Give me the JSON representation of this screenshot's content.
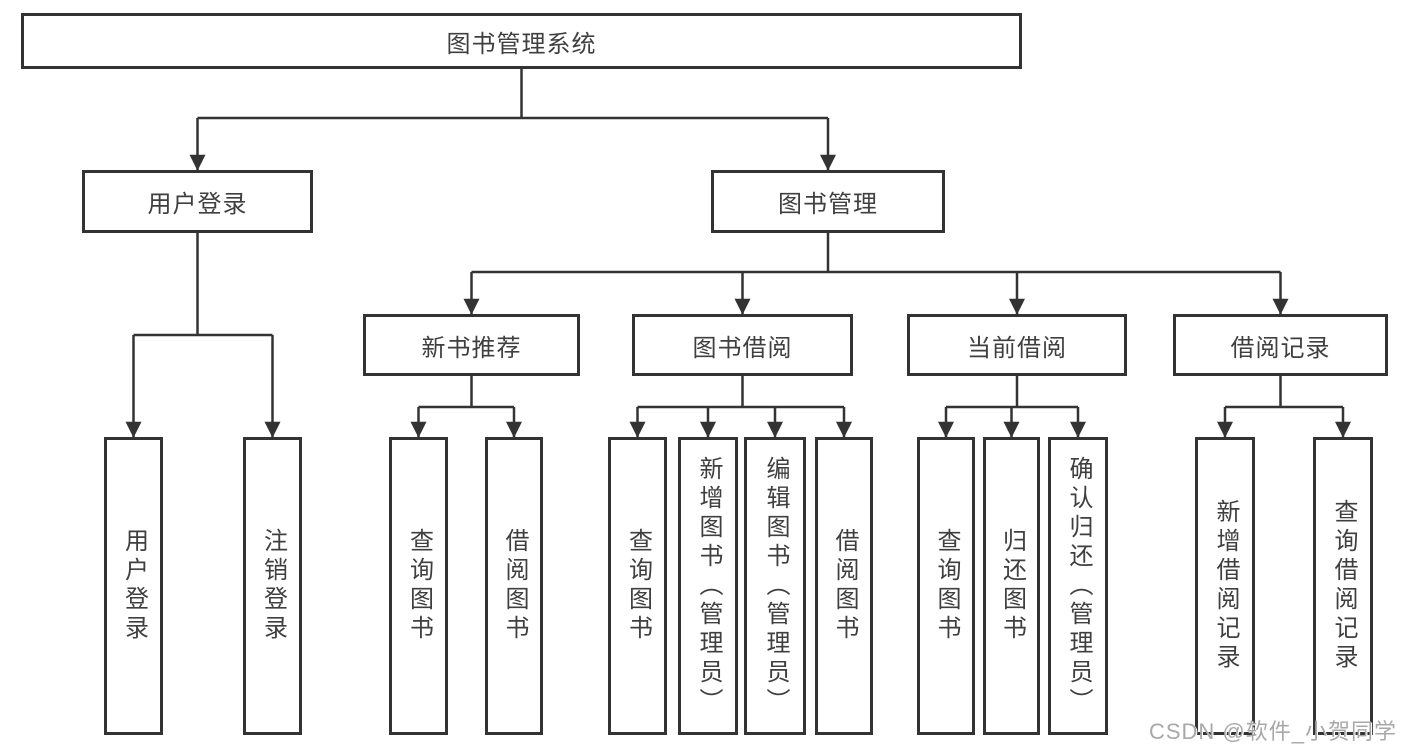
{
  "colors": {
    "line": "#333333",
    "box_border": "#333333",
    "box_fill": "#ffffff",
    "text": "#3f3f3f",
    "background": "#ffffff",
    "watermark_text_color": "#a8a8a8"
  },
  "diagram": {
    "root": {
      "label": "图书管理系统"
    },
    "level2": [
      {
        "label": "用户登录"
      },
      {
        "label": "图书管理"
      }
    ],
    "level3": [
      {
        "label": "新书推荐"
      },
      {
        "label": "图书借阅"
      },
      {
        "label": "当前借阅"
      },
      {
        "label": "借阅记录"
      }
    ],
    "leaves": {
      "login": [
        "用户登录",
        "注销登录"
      ],
      "newbook": [
        "查询图书",
        "借阅图书"
      ],
      "borrow": [
        "查询图书",
        "新增图书（管理员）",
        "编辑图书（管理员）",
        "借阅图书"
      ],
      "current": [
        "查询图书",
        "归还图书",
        "确认归还（管理员）"
      ],
      "record": [
        "新增借阅记录",
        "查询借阅记录"
      ]
    }
  },
  "watermark": {
    "text": "CSDN @软件_小贺同学"
  }
}
